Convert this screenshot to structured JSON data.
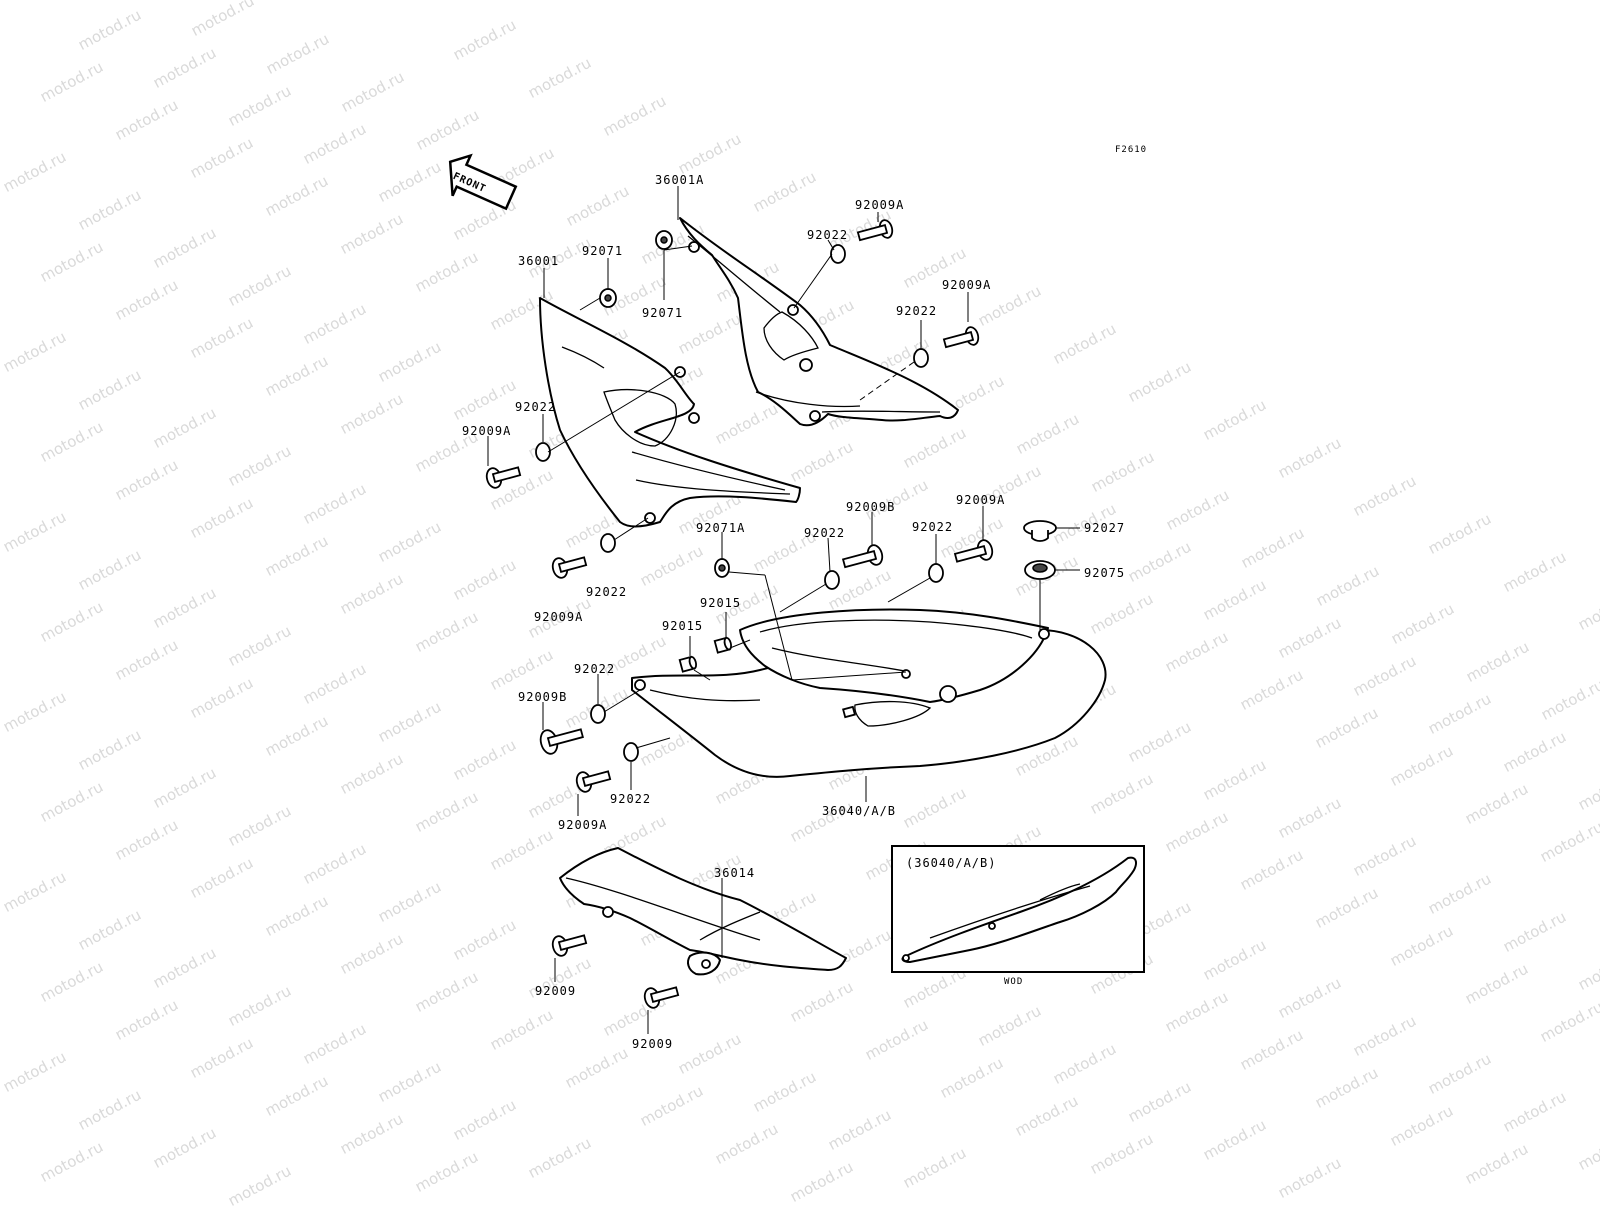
{
  "figure_code": "F2610",
  "watermark_text": "motod.ru",
  "front_arrow_label": "FRONT",
  "inset": {
    "title": "(36040/A/B)",
    "footer": "WOD"
  },
  "callouts": {
    "p36001A": "36001A",
    "p92009A_top1": "92009A",
    "p92022_top1": "92022",
    "p92071_top1": "92071",
    "p92071_top2": "92071",
    "p36001": "36001",
    "p92009A_top2": "92009A",
    "p92022_top2": "92022",
    "p92022_left1": "92022",
    "p92009A_left1": "92009A",
    "p92022_left2": "92022",
    "p92009A_left2": "92009A",
    "p92071A": "92071A",
    "p92022_mid1": "92022",
    "p92009B_mid": "92009B",
    "p92022_mid2": "92022",
    "p92009A_mid": "92009A",
    "p92027": "92027",
    "p92075": "92075",
    "p92015_a": "92015",
    "p92015_b": "92015",
    "p92022_low1": "92022",
    "p92009B_low": "92009B",
    "p92022_low2": "92022",
    "p92009A_low": "92009A",
    "p36040AB": "36040/A/B",
    "p36014": "36014",
    "p92009_a": "92009",
    "p92009_b": "92009"
  }
}
